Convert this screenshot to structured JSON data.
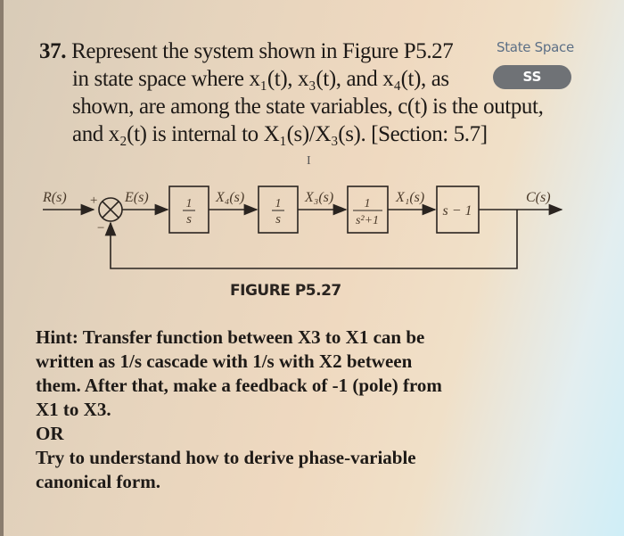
{
  "problem": {
    "number": "37.",
    "lines": [
      "Represent the system shown in Figure P5.27",
      "in state space where x₁(t), x₃(t), and x₄(t), as",
      "shown, are among the state variables, c(t) is the output,",
      "and x₂(t) is internal to X₁(s)/X₃(s). [Section: 5.7]"
    ]
  },
  "tag": {
    "label": "State Space",
    "badge": "SS",
    "badge_color": "#6f7276"
  },
  "diagram": {
    "input_label": "R(s)",
    "plus_sign": "+",
    "minus_sign": "−",
    "error_label": "E(s)",
    "blocks": [
      {
        "numerator": "1",
        "denominator": "s"
      },
      {
        "numerator": "1",
        "denominator": "s"
      },
      {
        "numerator": "1",
        "denominator": "s²+1"
      },
      {
        "expression": "s − 1"
      }
    ],
    "signals": [
      "X₄(s)",
      "X₃(s)",
      "X₁(s)"
    ],
    "output_label": "C(s)"
  },
  "figure_caption": "FIGURE P5.27",
  "hint": {
    "lines": [
      "Hint: Transfer function between X3 to X1 can be",
      "written as 1/s cascade with 1/s with X2 between",
      "them. After that, make a feedback of -1 (pole) from",
      "X1 to X3.",
      "OR",
      "Try to understand how to derive phase-variable",
      "canonical form."
    ]
  }
}
